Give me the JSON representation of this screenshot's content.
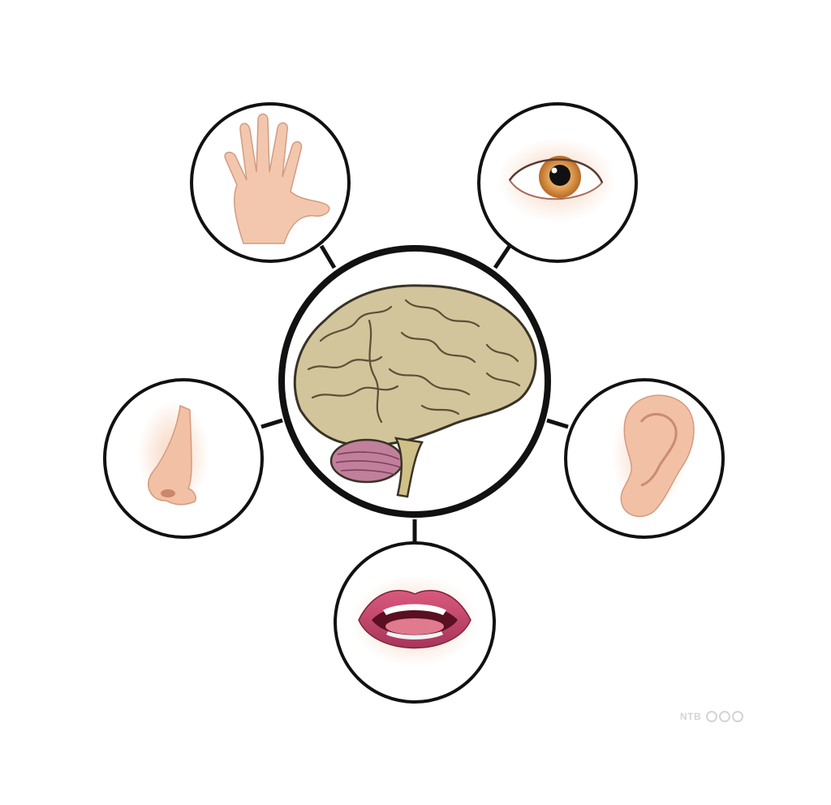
{
  "diagram": {
    "center": {
      "icon": "brain-icon"
    },
    "senses": [
      {
        "id": "touch",
        "icon": "hand-icon"
      },
      {
        "id": "sight",
        "icon": "eye-icon"
      },
      {
        "id": "smell",
        "icon": "nose-icon"
      },
      {
        "id": "hearing",
        "icon": "ear-icon"
      },
      {
        "id": "taste",
        "icon": "mouth-icon"
      }
    ],
    "colors": {
      "outline": "#111111",
      "skin": "#f2c3a6",
      "brain": "#cdbf95",
      "cerebellum": "#b77d96",
      "lips": "#c2486a",
      "iris": "#d6863a"
    }
  },
  "watermark": {
    "text": "NTB"
  }
}
